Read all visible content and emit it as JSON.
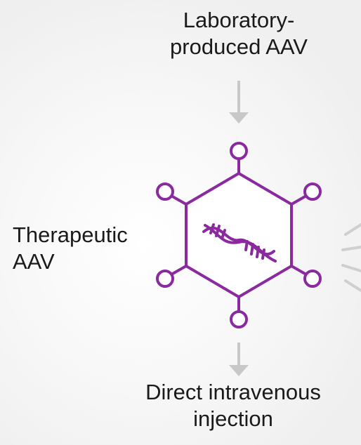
{
  "top_label": {
    "line1": "Laboratory-",
    "line2": "produced AAV"
  },
  "left_label": {
    "line1": "Therapeutic",
    "line2": "AAV"
  },
  "bottom_label": {
    "line1": "Direct intravenous",
    "line2": "injection"
  },
  "colors": {
    "virus": "#8a2a9e",
    "arrow": "#c8c8c8",
    "text": "#1a1a1a",
    "background": "#f2f2f2"
  },
  "icons": [
    "aav-capsid-icon",
    "dna-helix-icon",
    "down-arrow-icon"
  ]
}
